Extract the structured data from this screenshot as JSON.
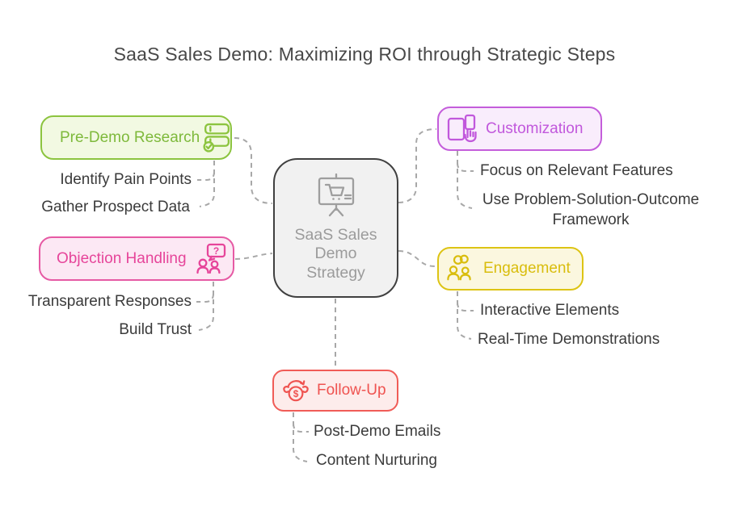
{
  "title": "SaaS Sales Demo: Maximizing ROI through Strategic Steps",
  "center": {
    "icon": "demo-presentation-cart-icon",
    "lines": [
      "SaaS Sales",
      "Demo",
      "Strategy"
    ]
  },
  "branches": {
    "pre_demo_research": {
      "label": "Pre-Demo Research",
      "icon": "checklist-stack-icon",
      "accent": "#8cc43f",
      "background": "#f2f9e2",
      "text_color": "#7eb93b",
      "items": [
        "Identify Pain Points",
        "Gather Prospect Data"
      ]
    },
    "objection_handling": {
      "label": "Objection Handling",
      "icon": "question-people-icon",
      "accent": "#e65aa4",
      "background": "#fce8f4",
      "text_color": "#e6459a",
      "items": [
        "Transparent Responses",
        "Build Trust"
      ]
    },
    "customization": {
      "label": "Customization",
      "icon": "devices-touch-icon",
      "accent": "#c45ddb",
      "background": "#f9edfc",
      "text_color": "#c158dc",
      "items": [
        "Focus on Relevant Features",
        "Use Problem-Solution-Outcome Framework"
      ]
    },
    "engagement": {
      "label": "Engagement",
      "icon": "rings-people-icon",
      "accent": "#ddc414",
      "background": "#fbf7df",
      "text_color": "#d9bd0d",
      "items": [
        "Interactive Elements",
        "Real-Time Demonstrations"
      ]
    },
    "follow_up": {
      "label": "Follow-Up",
      "icon": "money-cycle-icon",
      "accent": "#f05c57",
      "background": "#fdeceb",
      "text_color": "#ef5350",
      "items": [
        "Post-Demo Emails",
        "Content Nurturing"
      ]
    }
  },
  "style_colors": {
    "connector": "#a8a8a8",
    "center_border": "#404040",
    "center_text": "#9b9b9b",
    "item_text": "#3b3b3b",
    "title_text": "#484848"
  }
}
